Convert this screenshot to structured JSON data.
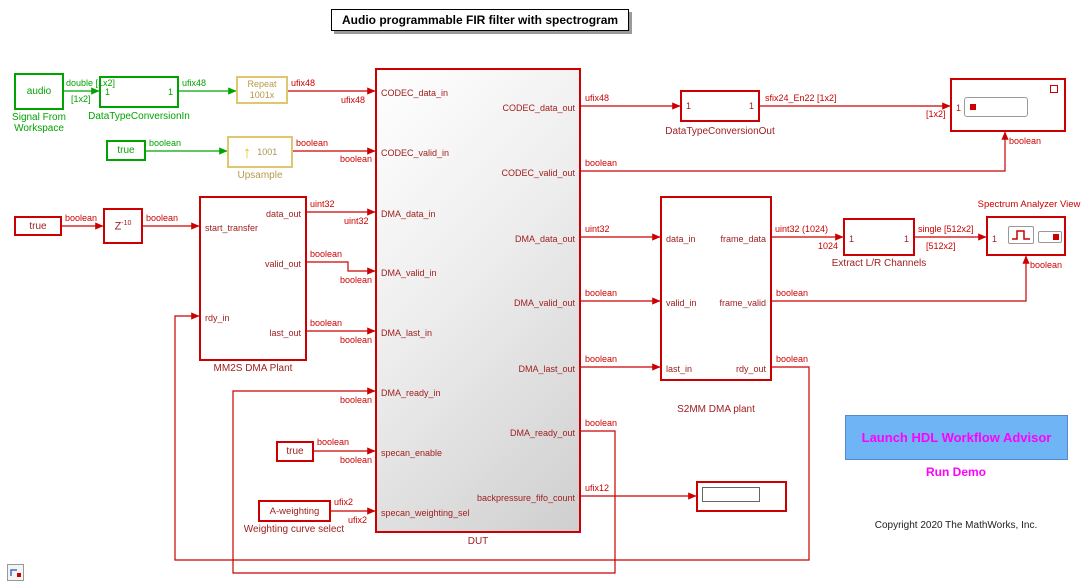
{
  "colors": {
    "red": "#CC0000",
    "dark_red": "#A02020",
    "green": "#00A400",
    "tan": "#B79A4A",
    "magenta": "#FF00FF",
    "button_blue": "#6FB5F5"
  },
  "title": "Audio programmable FIR filter with spectrogram",
  "blocks": {
    "audio": {
      "text": "audio",
      "name1": "Signal From",
      "name2": "Workspace"
    },
    "dtc_in": {
      "name": "DataTypeConversionIn",
      "port_in": "1",
      "port_out": "1"
    },
    "repeat": {
      "line1": "Repeat",
      "line2": "1001x"
    },
    "true_codec": {
      "text": "true"
    },
    "upsample": {
      "name": "Upsample",
      "factor": "1001"
    },
    "true_dma": {
      "text": "true"
    },
    "delay": {
      "base": "Z",
      "exp": "-10"
    },
    "mm2s": {
      "name": "MM2S DMA Plant",
      "in1": "start_transfer",
      "in2": "rdy_in",
      "out1": "data_out",
      "out2": "valid_out",
      "out3": "last_out"
    },
    "dut": {
      "name": "DUT",
      "in1": "CODEC_data_in",
      "in2": "CODEC_valid_in",
      "in3": "DMA_data_in",
      "in4": "DMA_valid_in",
      "in5": "DMA_last_in",
      "in6": "DMA_ready_in",
      "in7": "specan_enable",
      "in8": "specan_weighting_sel",
      "out1": "CODEC_data_out",
      "out2": "CODEC_valid_out",
      "out3": "DMA_data_out",
      "out4": "DMA_valid_out",
      "out5": "DMA_last_out",
      "out6": "DMA_ready_out",
      "out7": "backpressure_fifo_count"
    },
    "dtc_out": {
      "name": "DataTypeConversionOut",
      "port_in": "1",
      "port_out": "1"
    },
    "scope_codec": {
      "port_in": "1"
    },
    "s2mm": {
      "name": "S2MM DMA plant",
      "in1": "data_in",
      "in2": "valid_in",
      "in3": "last_in",
      "out1": "frame_data",
      "out2": "frame_valid",
      "out3": "rdy_out"
    },
    "extract": {
      "name": "Extract L/R Channels",
      "port_in": "1",
      "port_out": "1"
    },
    "spectrum": {
      "title": "Spectrum Analyzer View",
      "port_in": "1"
    },
    "true_specan": {
      "text": "true"
    },
    "weighting": {
      "text": "A-weighting",
      "name": "Weighting curve select"
    },
    "hdl_button": {
      "label": "Launch HDL Workflow Advisor"
    },
    "run_demo": {
      "label": "Run Demo"
    },
    "copyright": {
      "text": "Copyright 2020 The MathWorks, Inc."
    }
  },
  "signals": {
    "src_type": "double [1x2]",
    "src_dims": "[1x2]",
    "dtc_in_out": "ufix48",
    "repeat_out": "ufix48",
    "codec_data_in": "ufix48",
    "true_codec_out": "boolean",
    "upsample_out": "boolean",
    "codec_valid_in": "boolean",
    "true_dma_out": "boolean",
    "delay_out": "boolean",
    "data_out": "uint32",
    "dma_data_in": "uint32",
    "valid_out": "boolean",
    "dma_valid_in": "boolean",
    "last_out": "boolean",
    "dma_last_in": "boolean",
    "dma_ready_in": "boolean",
    "specan_src": "boolean",
    "specan_in": "boolean",
    "weighting_out": "ufix2",
    "weighting_in": "ufix2",
    "codec_data_out": "ufix48",
    "codec_valid_out": "boolean",
    "scope_valid": "boolean",
    "dtc_out_type": "sfix24_En22 [1x2]",
    "scope_dims": "[1x2]",
    "dma_data_out": "uint32",
    "dma_valid_out": "boolean",
    "dma_last_out": "boolean",
    "dma_ready_out": "boolean",
    "backpressure": "ufix12",
    "frame_data": "uint32 (1024)",
    "frame_dims": "1024",
    "extract_out": "single [512x2]",
    "extract_dims": "[512x2]",
    "frame_valid": "boolean",
    "spectrum_valid": "boolean",
    "rdy_out": "boolean"
  },
  "icons": {
    "up_arrow": "↑"
  }
}
